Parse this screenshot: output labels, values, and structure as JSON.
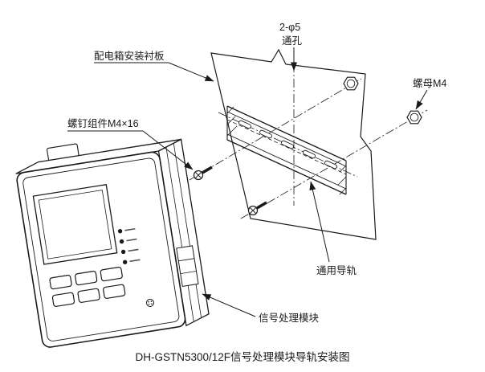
{
  "diagram": {
    "caption": "DH-GSTN5300/12F信号处理模块导轨安装图",
    "labels": {
      "plate": "配电箱安装衬板",
      "holes_line1": "2-φ5",
      "holes_line2": "通孔",
      "nut": "螺母M4",
      "screw_assembly": "螺钉组件M4×16",
      "rail": "通用导轨",
      "module": "信号处理模块"
    },
    "colors": {
      "line": "#1a1a1a",
      "background": "#ffffff"
    }
  }
}
